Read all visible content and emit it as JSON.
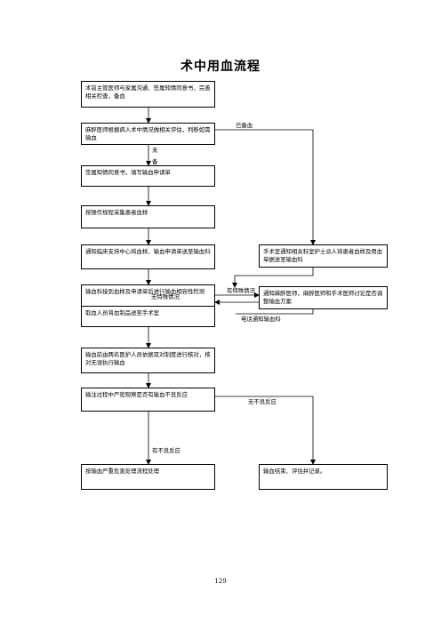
{
  "page": {
    "title": "术中用血流程",
    "page_number": "129"
  },
  "boxes": {
    "b1": "术前主管医师与家属沟通、签属知情同意书，完善相关检查，备血",
    "b2": "麻醉医师根据病人术中情况做相关评估，判断如需输血",
    "b3": "签属知情同意书，填写输血申请单",
    "b4": "按操作规程采集患者血样",
    "b5": "通知临床支持中心将血样、输血申请单送至输血科",
    "b6": "输血科接到血样及申请单后进行输血相容性检测",
    "b7": "取血人员将血制品送至手术室",
    "b8": "输血前由两名医护人员依据双对制度进行核对，核对无误执行输血",
    "b9": "输注过程中严密观察是否有输血不良反应",
    "b10": "按输血严重危害处理流程处理",
    "r1": "手术室通知相关科室护士派人将患者血样及用血单据送至输血科",
    "r2": "通知麻醉医师，麻醉医师和手术医师讨论是否调整输血方案",
    "r3": "输血结束、评估并记录。"
  },
  "labels": {
    "prepared": "已备血",
    "not_prepared_1": "未",
    "not_prepared_2": "备",
    "special_case": "有特殊情况",
    "no_special_case": "无特殊情况",
    "phone_notify": "电话通知输血科",
    "no_adverse": "无不良反应",
    "has_adverse": "有不良反应"
  }
}
